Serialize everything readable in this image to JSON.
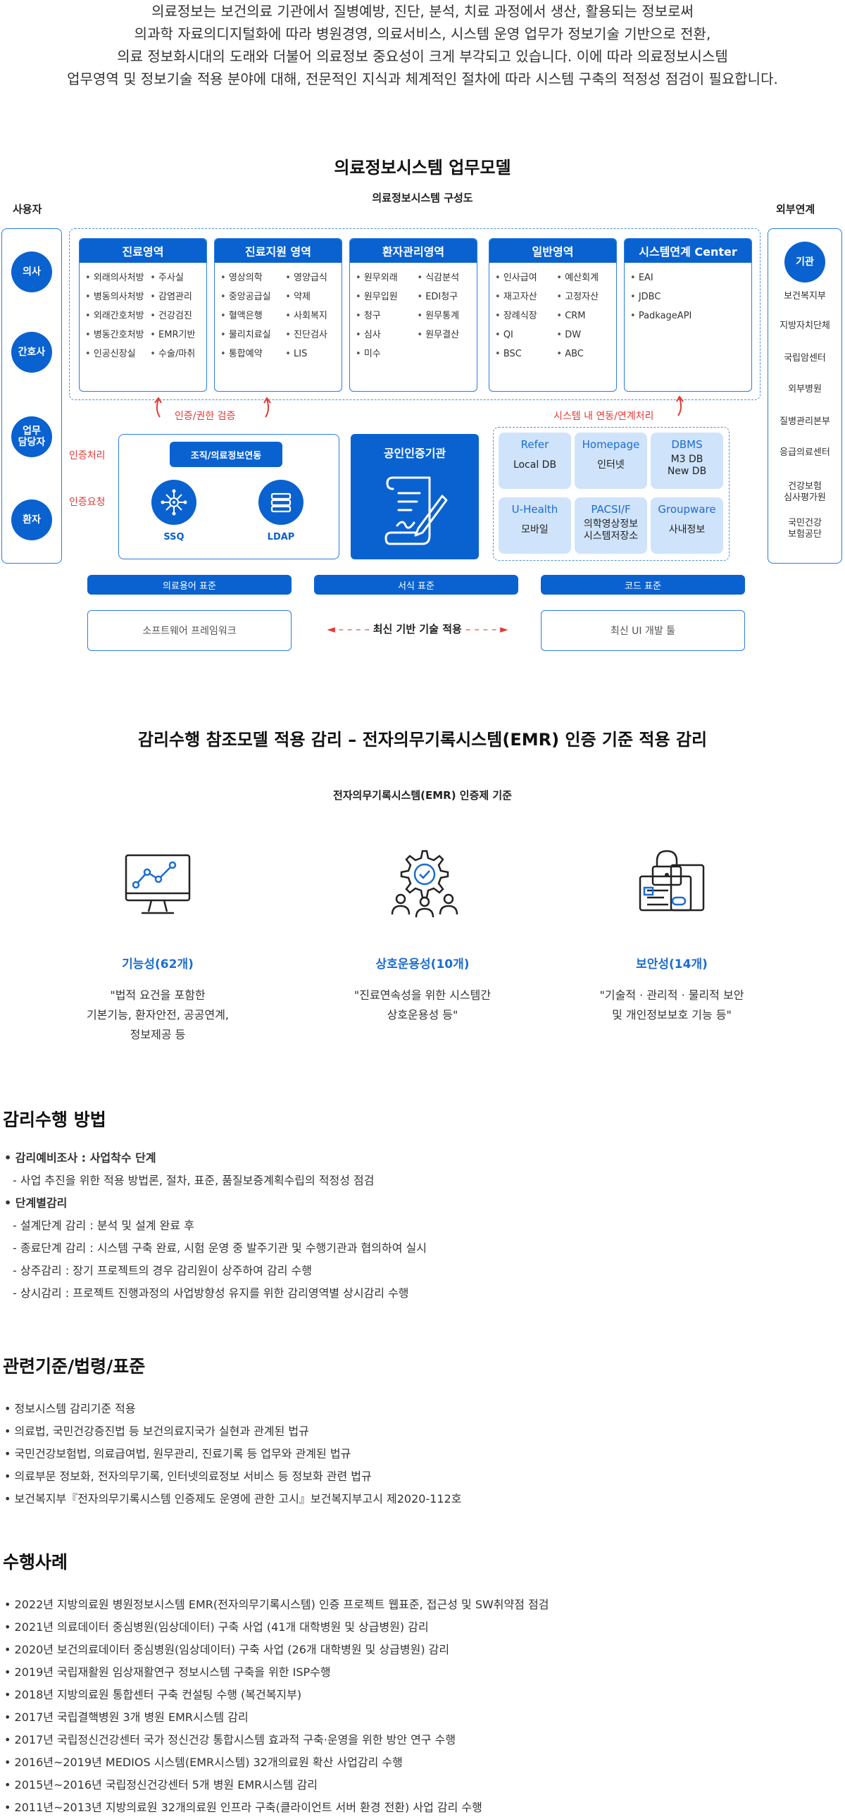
{
  "intro": {
    "lines": [
      "의료정보는 보건의료 기관에서 질병예방, 진단, 분석, 치료 과정에서 생산, 활용되는 정보로써",
      "의과학 자료의디지털화에 따라 병원경영, 의료서비스, 시스템 운영 업무가 정보기술 기반으로 전환,",
      "의료 정보화시대의 도래와 더불어 의료정보 중요성이 크게 부각되고 있습니다. 이에 따라 의료정보시스템",
      "업무영역 및 정보기술 적용 분야에 대해, 전문적인 지식과 체계적인 절차에 따라 시스템  구축의 적정성 점검이 필요합니다."
    ]
  },
  "model": {
    "title": "의료정보시스템 업무모델",
    "subtitle": "의료정보시스템 구성도",
    "users_label": "사용자",
    "external_label": "외부연계",
    "users": [
      "의사",
      "간호사",
      "업무\n담당자",
      "환자"
    ],
    "external_top": "기관",
    "external_items": [
      "보건복지부",
      "지방자치단체",
      "국립암센터",
      "외부병원",
      "질병관리본부",
      "응급의료센터",
      "건강보험\n심사평가원",
      "국민건강\n보험공단"
    ],
    "domains": [
      {
        "title": "진료영역",
        "col1": [
          "외래의사처방",
          "병동의사처방",
          "외래간호처방",
          "병동간호처방",
          "인공신장실"
        ],
        "col2": [
          "주사실",
          "감염관리",
          "건강검진",
          "EMR기반",
          "수술/마취"
        ]
      },
      {
        "title": "진료지원 영역",
        "col1": [
          "영상의학",
          "중앙공급실",
          "혈액은행",
          "물리치료실",
          "통합예약"
        ],
        "col2": [
          "영양급식",
          "약제",
          "사회복지",
          "진단검사",
          "LIS"
        ]
      },
      {
        "title": "환자관리영역",
        "col1": [
          "원무외래",
          "원무입원",
          "청구",
          "심사",
          "미수"
        ],
        "col2": [
          "식감분석",
          "EDI청구",
          "원무통계",
          "원무결산"
        ]
      },
      {
        "title": "일반영역",
        "col1": [
          "인사급여",
          "재고자산",
          "장례식장",
          "QI",
          "BSC"
        ],
        "col2": [
          "예산회계",
          "고정자산",
          "CRM",
          "DW",
          "ABC"
        ]
      },
      {
        "title": "시스템연계 Center",
        "col1": [
          "EAI",
          "JDBC",
          "PadkageAPI"
        ],
        "col2": []
      }
    ],
    "auth_check": "인증/권한 검증",
    "sys_link": "시스템 내 연동/연계처리",
    "auth_process": "인증처리",
    "auth_request": "인증요청",
    "org_link": "조직/의료정보연동",
    "ssq": "SSQ",
    "ldap": "LDAP",
    "cert_authority": "공인인증기관",
    "systems": [
      {
        "title": "Refer",
        "sub": "Local DB"
      },
      {
        "title": "Homepage",
        "sub": "인터넷"
      },
      {
        "title": "DBMS",
        "sub": "M3 DB\nNew DB"
      },
      {
        "title": "U-Health",
        "sub": "모바일"
      },
      {
        "title": "PACSI/F",
        "sub": "의학영상정보\n시스템저장소"
      },
      {
        "title": "Groupware",
        "sub": "사내정보"
      }
    ],
    "standards": [
      "의료용어 표준",
      "서식 표준",
      "코드 표준"
    ],
    "sw_framework": "소프트웨어 프레임워크",
    "tech_apply": "최신 기반 기술 적용",
    "ui_tool": "최신 UI 개발 툴",
    "colors": {
      "primary": "#0a62d0",
      "light_tile": "#cfe3fb",
      "accent_red": "#e53935"
    }
  },
  "emr": {
    "title": "감리수행 참조모델 적용 감리 – 전자의무기록시스템(EMR) 인증 기준 적용 감리",
    "subtitle": "전자의무기록시스템(EMR) 인증제 기준",
    "items": [
      {
        "icon": "monitor-chart-icon",
        "name": "기능성(62개)",
        "desc": [
          "\"법적 요건을 포함한",
          "기본기능, 환자안전, 공공연계,",
          "정보제공 등"
        ]
      },
      {
        "icon": "gear-people-icon",
        "name": "상호운용성(10개)",
        "desc": [
          "\"진료연속성을 위한 시스템간",
          "상호운용성 등\""
        ]
      },
      {
        "icon": "lock-card-icon",
        "name": "보안성(14개)",
        "desc": [
          "\"기술적 · 관리적 · 물리적 보안",
          "및 개인정보보호 기능 등\""
        ]
      }
    ]
  },
  "method": {
    "title": "감리수행 방법",
    "items": [
      {
        "type": "bold",
        "text": "감리예비조사 : 사업착수 단계"
      },
      {
        "type": "sub",
        "text": "- 사업 추진을 위한 적용 방법론, 절차, 표준, 품질보증계획수립의 적정성 점검"
      },
      {
        "type": "bold",
        "text": "단계별감리"
      },
      {
        "type": "sub",
        "text": "- 설계단계 감리 : 분석 및 설계 완료 후"
      },
      {
        "type": "sub",
        "text": "- 종료단계 감리 : 시스템 구축 완료, 시험 운영 중 발주기관 및 수행기관과 협의하여 실시"
      },
      {
        "type": "sub",
        "text": "- 상주감리 : 장기 프로젝트의 경우 감리원이 상주하여 감리 수행"
      },
      {
        "type": "sub",
        "text": "- 상시감리 : 프로젝트 진행과정의 사업방향성 유지를 위한 감리영역별 상시감리 수행"
      }
    ]
  },
  "standards": {
    "title": "관련기준/법령/표준",
    "items": [
      "정보시스템 감리기준 적용",
      "의료법, 국민건강증진법 등 보건의료지국가 실현과 관계된 법규",
      "국민건강보험법, 의료급여법, 원무관리, 진료기록 등 업무와 관계된 법규",
      "의료부문 정보화, 전자의무기록, 인터넷의료정보 서비스 등 정보화 관련 법규",
      "보건복지부『전자의무기록시스템 인증제도 운영에 관한 고시』보건복지부고시 제2020-112호"
    ]
  },
  "cases": {
    "title": "수행사례",
    "items": [
      "2022년 지방의료원 병원정보시스템 EMR(전자의무기록시스템) 인증 프로젝트 웹표준, 접근성 및 SW취약점 점검",
      "2021년 의료데이터 중심병원(임상데이터) 구축 사업 (41개 대학병원 및 상급병원) 감리",
      "2020년 보건의료데이터 중심병원(임상데이터) 구축 사업 (26개 대학병원 및 상급병원) 감리",
      "2019년 국립재활원 임상재활연구 정보시스템 구축을 위한 ISP수행",
      "2018년 지방의료원 통합센터 구축 컨설팅 수행 (복건복지부)",
      "2017년 국립결핵병원 3개 병원 EMR시스템 감리",
      "2017년 국립정신건강센터 국가 정신건강 통합시스템 효과적 구축·운영을 위한 방안 연구 수행",
      "2016년~2019년 MEDIOS 시스템(EMR시스템) 32개의료원  확산 사업감리 수행",
      "2015년~2016년 국립정신건강센터 5개 병원 EMR시스템 감리",
      "2011년~2013년 지방의료원 32개의료원 인프라 구축(클라이언트 서버 환경 전환) 사업 감리 수행"
    ]
  }
}
